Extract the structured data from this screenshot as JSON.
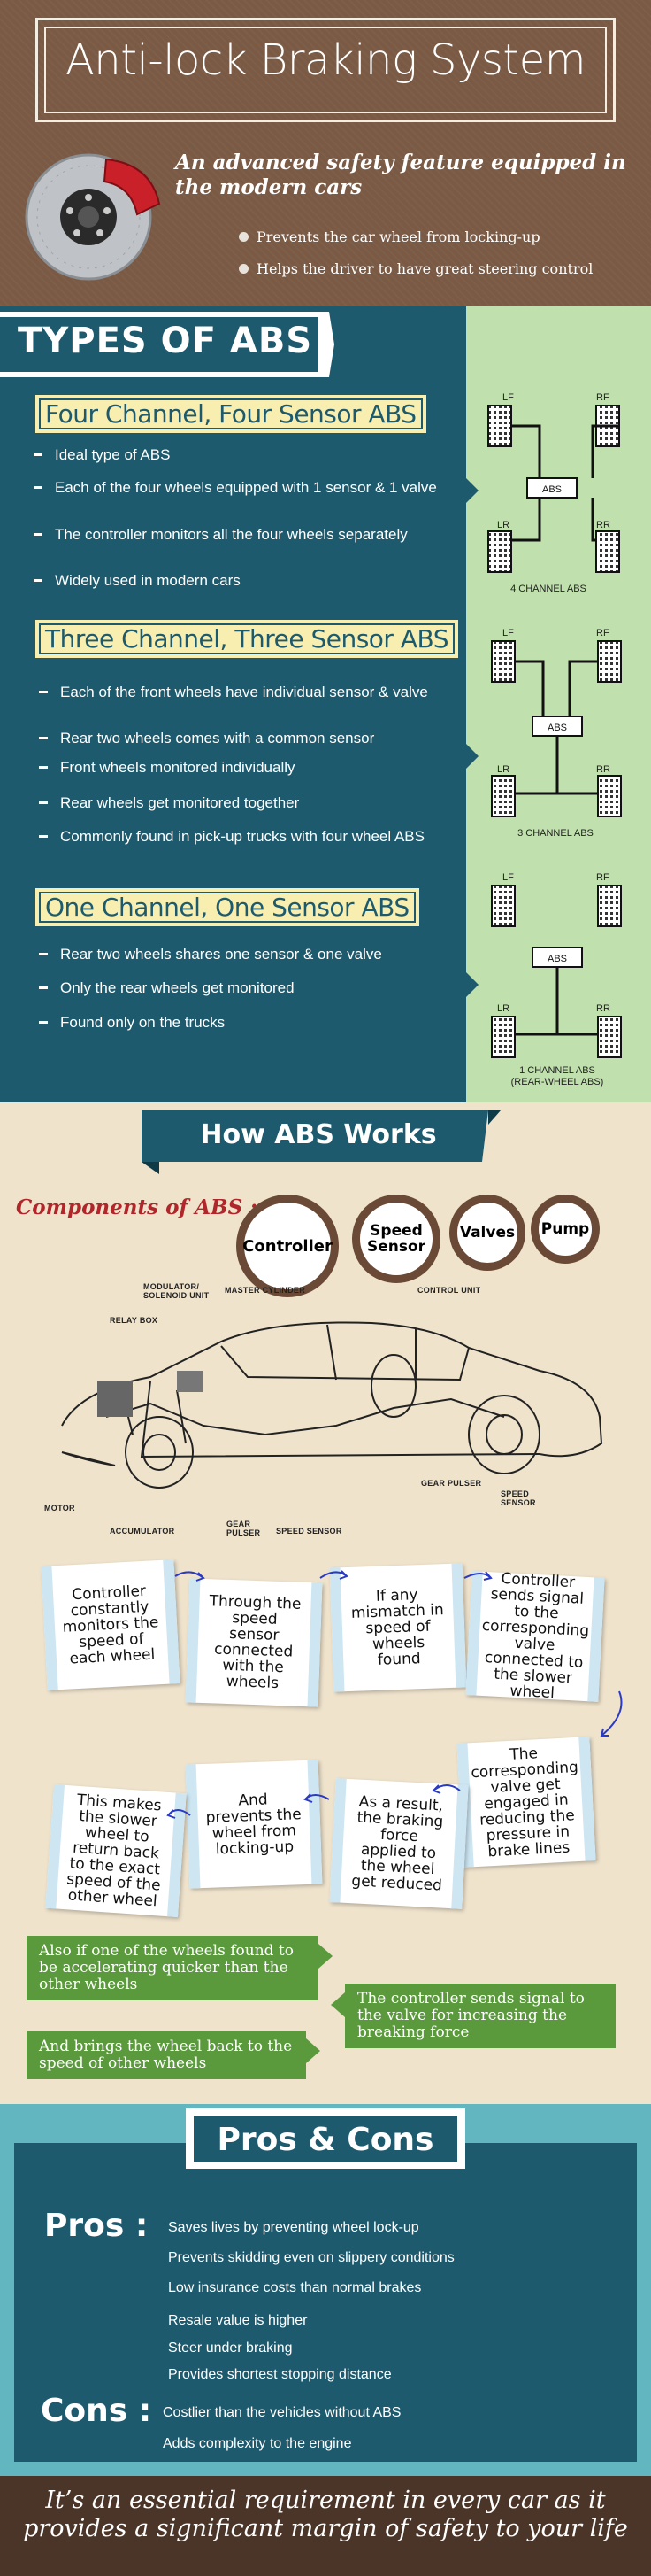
{
  "header": {
    "title": "Anti-lock Braking System",
    "subtitle": "An advanced safety feature equipped in the modern cars",
    "bullets": [
      "Prevents the car wheel from locking-up",
      "Helps the driver to have great steering control"
    ]
  },
  "types": {
    "title": "TYPES OF ABS",
    "sections": [
      {
        "title": "Four Channel, Four Sensor ABS",
        "items": [
          "Ideal type of ABS",
          "Each of the four wheels equipped with 1 sensor & 1 valve",
          "The controller monitors all the four wheels separately",
          "Widely used in modern cars"
        ],
        "diagram": {
          "labels": [
            "LF",
            "RF",
            "LR",
            "RR"
          ],
          "center": "ABS",
          "caption": "4 CHANNEL ABS"
        }
      },
      {
        "title": "Three Channel, Three Sensor ABS",
        "items": [
          "Each of the front wheels have individual sensor & valve",
          "Rear two wheels comes with a common sensor",
          "Front wheels monitored individually",
          "Rear wheels get monitored together",
          "Commonly found in pick-up trucks with four wheel ABS"
        ],
        "diagram": {
          "labels": [
            "LF",
            "RF",
            "LR",
            "RR"
          ],
          "center": "ABS",
          "caption": "3 CHANNEL ABS"
        }
      },
      {
        "title": "One Channel, One Sensor ABS",
        "items": [
          "Rear two wheels shares one sensor & one valve",
          "Only the rear wheels get monitored",
          "Found only on the trucks"
        ],
        "diagram": {
          "labels": [
            "LF",
            "RF",
            "LR",
            "RR"
          ],
          "center": "ABS",
          "caption": "1 CHANNEL ABS",
          "caption2": "(REAR-WHEEL ABS)"
        }
      }
    ]
  },
  "how": {
    "title": "How ABS Works",
    "components_label": "Components of ABS :",
    "components": [
      "Controller",
      "Speed Sensor",
      "Valves",
      "Pump"
    ],
    "car_labels": {
      "modulator": "MODULATOR/ SOLENOID UNIT",
      "relay": "RELAY BOX",
      "master": "MASTER CYLINDER",
      "control": "CONTROL UNIT",
      "motor": "MOTOR",
      "accumulator": "ACCUMULATOR",
      "gear1": "GEAR PULSER",
      "speed1": "SPEED SENSOR",
      "gear2": "GEAR PULSER",
      "speed2": "SPEED SENSOR"
    },
    "steps": [
      "Controller constantly monitors the speed of each wheel",
      "Through the speed sensor connected with the wheels",
      "If any mismatch in speed of wheels found",
      "Controller sends signal to the corresponding valve connected to the slower wheel",
      "The corresponding valve get engaged in reducing the pressure in brake lines",
      "As a result, the braking force applied to the wheel get reduced",
      "And prevents the wheel from locking-up",
      "This makes the slower wheel to return back to the exact speed of the other wheel"
    ],
    "notes": [
      "Also if one of the wheels found to be accelerating quicker than the other wheels",
      "The controller sends signal to the valve for increasing the breaking force",
      "And brings the wheel back to the speed of other wheels"
    ]
  },
  "proscons": {
    "title": "Pros & Cons",
    "pros_label": "Pros :",
    "pros": [
      "Saves lives by preventing wheel lock-up",
      "Prevents skidding even on slippery conditions",
      "Low insurance costs than normal brakes",
      "Resale value is higher",
      "Steer under braking",
      "Provides shortest stopping distance"
    ],
    "cons_label": "Cons :",
    "cons": [
      "Costlier than the vehicles without ABS",
      "Adds complexity to the engine"
    ]
  },
  "footer": {
    "text": "It’s an essential requirement in every car as it provides a significant margin of safety to your life"
  },
  "colors": {
    "teal": "#1d5a6e",
    "brown": "#7a5a44",
    "green": "#5a9a3c",
    "cream": "#efe3cc"
  }
}
